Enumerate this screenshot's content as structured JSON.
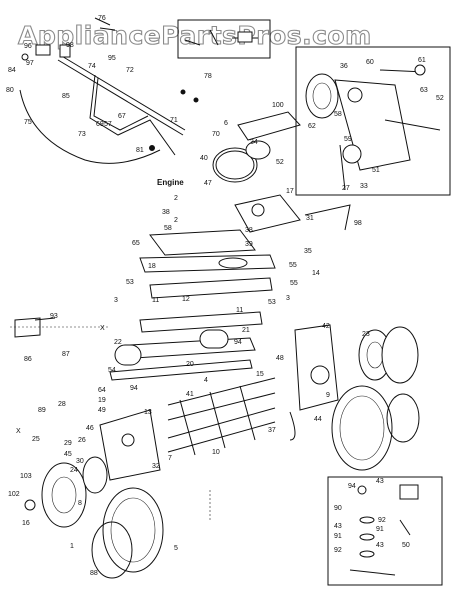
{
  "watermark": "AppliancePartsPros.com",
  "engine_label": "Engine",
  "callouts": {
    "c76": "76",
    "c96": "96",
    "c97": "97",
    "c98": "98",
    "c84": "84",
    "c95": "95",
    "c74": "74",
    "c72": "72",
    "c80": "80",
    "c85": "85",
    "c69": "69",
    "c67": "67",
    "c57": "57",
    "c75": "75",
    "c73": "73",
    "c71": "71",
    "c70": "70",
    "c81": "81",
    "c78": "78",
    "c36": "36",
    "c60": "60",
    "c61": "61",
    "c63": "63",
    "c52a": "52",
    "c62": "62",
    "c58": "58",
    "c59": "59",
    "c51": "51",
    "c27": "27",
    "c33": "33",
    "c100": "100",
    "c6": "6",
    "c34": "34",
    "c52b": "52",
    "c40": "40",
    "c47": "47",
    "c17": "17",
    "c31": "31",
    "c98b": "98",
    "c2a": "2",
    "c38a": "38",
    "c2b": "2",
    "c58b": "58",
    "c38b": "38",
    "c39": "39",
    "c35": "35",
    "c65": "65",
    "c55a": "55",
    "c18": "18",
    "c14": "14",
    "c53a": "53",
    "c3a": "3",
    "c11a": "11",
    "c12": "12",
    "c53b": "53",
    "c3b": "3",
    "c55b": "55",
    "c93": "93",
    "cX1": "X",
    "c86": "86",
    "c87": "87",
    "c42": "42",
    "c11b": "11",
    "c21": "21",
    "c22": "22",
    "c23": "23",
    "c54": "54",
    "c20": "20",
    "c94a": "94",
    "c48": "48",
    "c15": "15",
    "c41": "41",
    "c4": "4",
    "c64": "64",
    "c94b": "94",
    "c19": "19",
    "c49": "49",
    "c13": "13",
    "c9": "9",
    "c89": "89",
    "c28": "28",
    "cX2": "X",
    "c25": "25",
    "c46": "46",
    "c29": "29",
    "c26": "26",
    "c45": "45",
    "c30": "30",
    "c44": "44",
    "c37": "37",
    "c10": "10",
    "c7": "7",
    "c32": "32",
    "c24": "24",
    "c103": "103",
    "c102": "102",
    "c16": "16",
    "c8": "8",
    "c5": "5",
    "c1": "1",
    "c88": "88",
    "c94c": "94",
    "c43a": "43",
    "c90": "90",
    "c92a": "92",
    "c43b": "43",
    "c91a": "91",
    "c91b": "91",
    "c43c": "43",
    "c92b": "92",
    "c50": "50"
  }
}
